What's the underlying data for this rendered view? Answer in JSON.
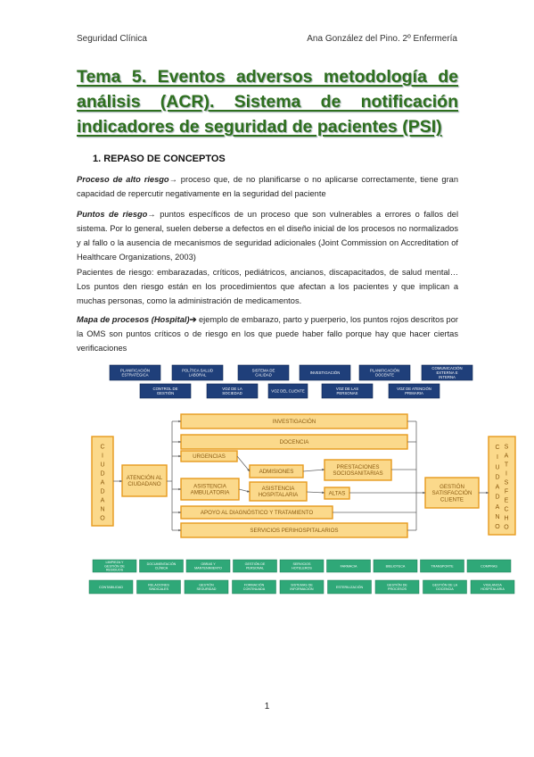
{
  "header": {
    "left": "Seguridad Clínica",
    "right": "Ana González del Pino. 2º Enfermería"
  },
  "title": "Tema 5. Eventos adversos metodología de análisis (ACR). Sistema de notificación indicadores de seguridad de pacientes (PSI)",
  "section": "1.  REPASO DE CONCEPTOS",
  "paragraphs": {
    "p1_term": "Proceso de alto riesgo",
    "p1_text": " proceso que, de no planificarse o no aplicarse correctamente, tiene gran capacidad de repercutir negativamente en la seguridad del paciente",
    "p2_term": "Puntos de riesgo",
    "p2_text": " puntos específicos de un proceso que son vulnerables a errores o fallos del sistema. Por lo general, suelen deberse a defectos en el diseño inicial de los procesos no normalizados y al fallo o la ausencia de mecanismos de seguridad adicionales (Joint Commission on Accreditation of Healthcare Organizations, 2003)",
    "p3_text": "Pacientes de riesgo: embarazadas, críticos, pediátricos, ancianos, discapacitados, de salud mental… Los puntos den riesgo están en los procedimientos que afectan a los pacientes y que implican a muchas personas, como la administración de medicamentos.",
    "p4_term": "Mapa de procesos (Hospital)",
    "p4_text": " ejemplo de embarazo, parto y puerperio, los puntos rojos descritos por la OMS son puntos críticos o de riesgo en los que puede haber fallo porque hay que hacer ciertas verificaciones",
    "arrow": "→",
    "arrow_bold": "➔"
  },
  "diagram": {
    "strategic_row1": [
      "PLANIFICACIÓN ESTRATÉGICA",
      "POLÍTICA SALUD LABORAL",
      "SISTEMA DE CALIDAD",
      "INVESTIGACIÓN",
      "PLANIFICACIÓN DOCENTE",
      "COMUNICACIÓN EXTERNA E INTERNA"
    ],
    "strategic_row2": [
      "CONTROL DE GESTIÓN",
      "VOZ DE LA SOCIEDAD",
      "VOZ DEL CLIENTE",
      "VOZ DE LAS PERSONAS",
      "VOZ DE ATENCIÓN PRIMARIA"
    ],
    "left_side": "CIUDADANO",
    "right_side": "CIUDADANO SATISFECHO",
    "atencion": "ATENCIÓN AL CIUDADANO",
    "investigacion": "INVESTIGACIÓN",
    "docencia": "DOCENCIA",
    "urgencias": "URGENCIAS",
    "asistencia_amb": "ASISTENCIA AMBULATORIA",
    "admisiones": "ADMISIONES",
    "asistencia_hosp": "ASISTENCIA HOSPITALARIA",
    "prestaciones": "PRESTACIONES SOCIOSANITARIAS",
    "altas": "ALTAS",
    "gestion_sat": "GESTIÓN SATISFACCIÓN CLIENTE",
    "apoyo": "APOYO AL DIAGNÓSTICO Y TRATAMIENTO",
    "servicios": "SERVICIOS PERIHOSPITALARIOS",
    "support_row1": [
      "LIMPIEZA Y GESTIÓN DE RESIDUOS",
      "DOCUMENTACIÓN CLÍNICA",
      "OBRAS Y MANTENIMIENTO",
      "GESTIÓN DE PERSONAL",
      "SERVICIOS HOTELEROS",
      "FARMACIA",
      "BIBLIOTECA",
      "TRANSPORTE",
      "COMPRAS"
    ],
    "support_row2": [
      "CONTABILIDAD",
      "RELACIONES SINDICALES",
      "GESTIÓN SEGURIDAD",
      "FORMACIÓN CONTINUADA",
      "SISTEMAS DE INFORMACIÓN",
      "ESTERILIZACIÓN",
      "GESTIÓN DE PROCESOS",
      "GESTIÓN DE LA DOCENCIA",
      "VIGILANCIA HOSPITALARIA"
    ],
    "colors": {
      "navy": "#1f3f7a",
      "orange_fill": "#fbd98b",
      "orange_border": "#e79a1c",
      "green": "#2fa878"
    }
  },
  "page_number": "1"
}
